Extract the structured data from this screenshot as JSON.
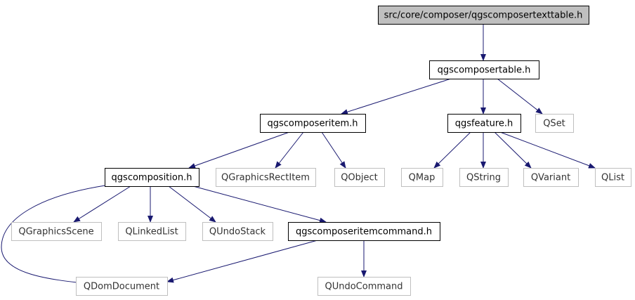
{
  "graph": {
    "colors": {
      "edge": "#191970",
      "root_fill": "#bfbfbf",
      "normal_border": "#000000",
      "dim_border": "#bfbfbf",
      "node_fill": "#ffffff"
    },
    "nodes": [
      {
        "id": "root",
        "label": "src/core/composer/qgscomposertexttable.h",
        "style": "root"
      },
      {
        "id": "table",
        "label": "qgscomposertable.h",
        "style": "normal"
      },
      {
        "id": "item",
        "label": "qgscomposeritem.h",
        "style": "normal"
      },
      {
        "id": "feature",
        "label": "qgsfeature.h",
        "style": "normal"
      },
      {
        "id": "qset",
        "label": "QSet",
        "style": "dim"
      },
      {
        "id": "composition",
        "label": "qgscomposition.h",
        "style": "normal"
      },
      {
        "id": "rectitem",
        "label": "QGraphicsRectItem",
        "style": "dim"
      },
      {
        "id": "qobject",
        "label": "QObject",
        "style": "dim"
      },
      {
        "id": "qmap",
        "label": "QMap",
        "style": "dim"
      },
      {
        "id": "qstring",
        "label": "QString",
        "style": "dim"
      },
      {
        "id": "qvariant",
        "label": "QVariant",
        "style": "dim"
      },
      {
        "id": "qlist",
        "label": "QList",
        "style": "dim"
      },
      {
        "id": "scene",
        "label": "QGraphicsScene",
        "style": "dim"
      },
      {
        "id": "linkedlist",
        "label": "QLinkedList",
        "style": "dim"
      },
      {
        "id": "undostack",
        "label": "QUndoStack",
        "style": "dim"
      },
      {
        "id": "command",
        "label": "qgscomposeritemcommand.h",
        "style": "normal"
      },
      {
        "id": "domdoc",
        "label": "QDomDocument",
        "style": "dim"
      },
      {
        "id": "undocmd",
        "label": "QUndoCommand",
        "style": "dim"
      }
    ],
    "edges": [
      {
        "from": "root",
        "to": "table"
      },
      {
        "from": "table",
        "to": "item"
      },
      {
        "from": "table",
        "to": "feature"
      },
      {
        "from": "table",
        "to": "qset"
      },
      {
        "from": "item",
        "to": "composition"
      },
      {
        "from": "item",
        "to": "rectitem"
      },
      {
        "from": "item",
        "to": "qobject"
      },
      {
        "from": "feature",
        "to": "qmap"
      },
      {
        "from": "feature",
        "to": "qstring"
      },
      {
        "from": "feature",
        "to": "qvariant"
      },
      {
        "from": "feature",
        "to": "qlist"
      },
      {
        "from": "composition",
        "to": "scene"
      },
      {
        "from": "composition",
        "to": "linkedlist"
      },
      {
        "from": "composition",
        "to": "undostack"
      },
      {
        "from": "composition",
        "to": "command"
      },
      {
        "from": "composition",
        "to": "domdoc"
      },
      {
        "from": "command",
        "to": "domdoc"
      },
      {
        "from": "command",
        "to": "undocmd"
      }
    ]
  }
}
